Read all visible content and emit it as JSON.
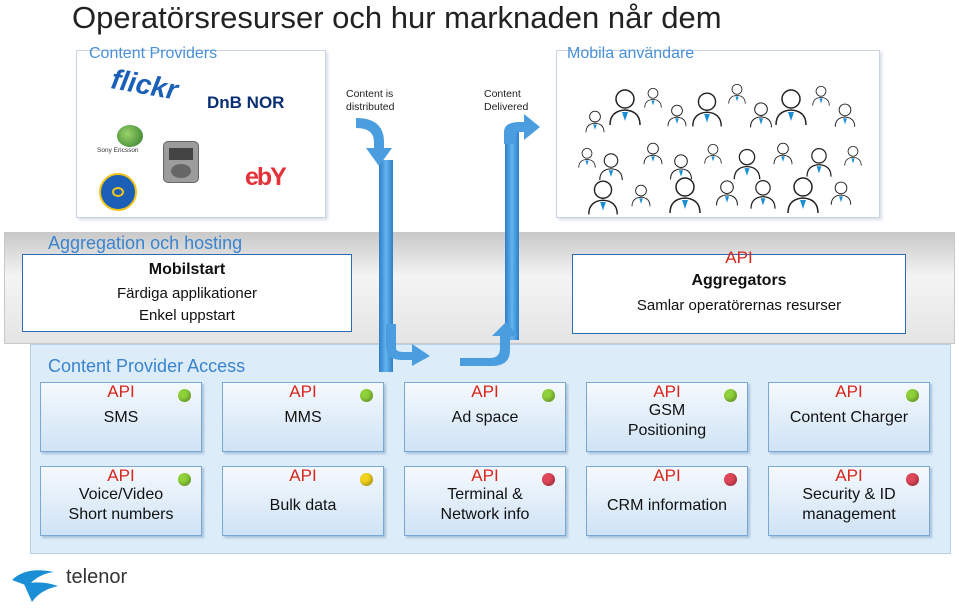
{
  "title": "Operatörsresurser och hur marknaden når dem",
  "content_providers": {
    "title": "Content Providers",
    "logos": [
      {
        "name": "flickr",
        "text": "flickr"
      },
      {
        "name": "dnbnor",
        "text": "DnB NOR"
      },
      {
        "name": "sony-ericsson",
        "text": "Sony Ericsson"
      },
      {
        "name": "ebay",
        "text": "ebY"
      }
    ]
  },
  "flow_labels": {
    "distributed": "Content is distributed",
    "delivered": "Content Delivered"
  },
  "mobile_users": {
    "title": "Mobila användare"
  },
  "aggregation": {
    "title": "Aggregation och hosting",
    "mobilstart": {
      "heading": "Mobilstart",
      "line1": "Färdiga applikationer",
      "line2": "Enkel uppstart"
    },
    "aggregators": {
      "api": "API",
      "heading": "Aggregators",
      "line1": "Samlar operatörernas resurser"
    }
  },
  "access": {
    "title": "Content Provider Access",
    "api_label": "API",
    "row1": [
      {
        "label": "SMS",
        "status": "green"
      },
      {
        "label": "MMS",
        "status": "green"
      },
      {
        "label": "Ad space",
        "status": "green"
      },
      {
        "label": "GSM Positioning",
        "status": "green"
      },
      {
        "label": "Content Charger",
        "status": "green"
      }
    ],
    "row2": [
      {
        "label": "Voice/Video Short numbers",
        "status": "green"
      },
      {
        "label": "Bulk data",
        "status": "yellow"
      },
      {
        "label": "Terminal & Network info",
        "status": "red"
      },
      {
        "label": "CRM information",
        "status": "red"
      },
      {
        "label": "Security & ID management",
        "status": "red"
      }
    ]
  },
  "colors": {
    "green": "#8fd13a",
    "yellow": "#f2d21a",
    "red": "#e0475a",
    "accent": "#3a84cf",
    "api": "#d9251c"
  },
  "footer": {
    "brand": "telenor"
  }
}
